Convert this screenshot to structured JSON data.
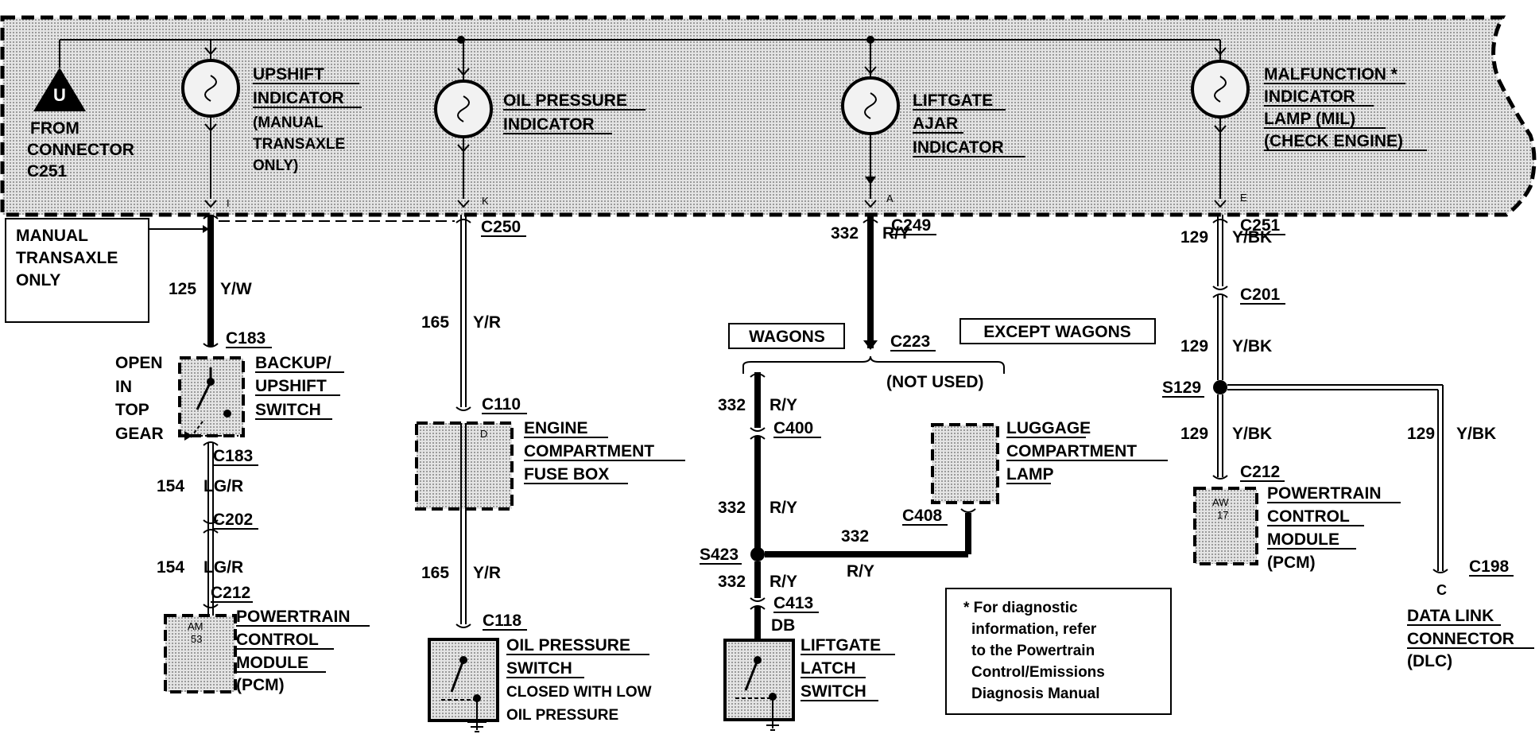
{
  "from_connector": {
    "symbol": "U",
    "lines": [
      "FROM",
      "CONNECTOR",
      "C251"
    ]
  },
  "indicators": {
    "upshift": {
      "lines": [
        "UPSHIFT",
        "INDICATOR",
        "(MANUAL",
        "TRANSAXLE",
        "ONLY)"
      ],
      "pin": "I"
    },
    "oil": {
      "lines": [
        "OIL PRESSURE",
        "INDICATOR"
      ],
      "pin": "K"
    },
    "liftgate": {
      "lines": [
        "LIFTGATE",
        "AJAR",
        "INDICATOR"
      ],
      "pin": "A"
    },
    "mil": {
      "lines": [
        "MALFUNCTION *",
        "INDICATOR",
        "LAMP (MIL)",
        "(CHECK ENGINE)"
      ],
      "pin": "E"
    }
  },
  "connectors": {
    "c250": "C250",
    "c249": "C249",
    "c251": "C251",
    "c183a": "C183",
    "c183b": "C183",
    "c202": "C202",
    "c212a": "C212",
    "c110": "C110",
    "c118": "C118",
    "c223": "C223",
    "c400": "C400",
    "c408": "C408",
    "c413": "C413",
    "c201": "C201",
    "c212b": "C212",
    "c198": "C198"
  },
  "splices": {
    "s423": "S423",
    "s129": "S129"
  },
  "wires": {
    "w125": {
      "num": "125",
      "color": "Y/W"
    },
    "w154a": {
      "num": "154",
      "color": "LG/R"
    },
    "w154b": {
      "num": "154",
      "color": "LG/R"
    },
    "w165a": {
      "num": "165",
      "color": "Y/R"
    },
    "w165b": {
      "num": "165",
      "color": "Y/R"
    },
    "w332a": {
      "num": "332",
      "color": "R/Y"
    },
    "w332b": {
      "num": "332",
      "color": "R/Y"
    },
    "w332c": {
      "num": "332",
      "color": "R/Y"
    },
    "w332d": {
      "num": "332",
      "color": "R/Y"
    },
    "w332e": {
      "num": "332",
      "color": "R/Y"
    },
    "w129a": {
      "num": "129",
      "color": "Y/BK"
    },
    "w129b": {
      "num": "129",
      "color": "Y/BK"
    },
    "w129c": {
      "num": "129",
      "color": "Y/BK"
    },
    "w129d": {
      "num": "129",
      "color": "Y/BK"
    },
    "db": "DB"
  },
  "notes": {
    "manual_transaxle": [
      "MANUAL",
      "TRANSAXLE",
      "ONLY"
    ],
    "wagons": "WAGONS",
    "except_wagons": "EXCEPT WAGONS",
    "not_used": "(NOT USED)",
    "open_in_top_gear": [
      "OPEN",
      "IN",
      "TOP",
      "GEAR"
    ],
    "footnote": [
      "* For diagnostic",
      "information, refer",
      "to the Powertrain",
      "Control/Emissions",
      "Diagnosis Manual"
    ]
  },
  "components": {
    "backup_switch": [
      "BACKUP/",
      "UPSHIFT",
      "SWITCH"
    ],
    "pcm_left": {
      "lines": [
        "POWERTRAIN",
        "CONTROL",
        "MODULE",
        "(PCM)"
      ],
      "pin": [
        "AM",
        "53"
      ]
    },
    "fuse_box": {
      "lines": [
        "ENGINE",
        "COMPARTMENT",
        "FUSE BOX"
      ],
      "pin": "D"
    },
    "oil_switch": [
      "OIL PRESSURE",
      "SWITCH",
      "CLOSED WITH LOW",
      "OIL PRESSURE"
    ],
    "luggage_lamp": [
      "LUGGAGE",
      "COMPARTMENT",
      "LAMP"
    ],
    "liftgate_switch": [
      "LIFTGATE",
      "LATCH",
      "SWITCH"
    ],
    "pcm_right": {
      "lines": [
        "POWERTRAIN",
        "CONTROL",
        "MODULE",
        "(PCM)"
      ],
      "pin": [
        "AW",
        "17"
      ]
    },
    "dlc": {
      "pin": "C",
      "lines": [
        "DATA LINK",
        "CONNECTOR",
        "(DLC)"
      ]
    }
  }
}
